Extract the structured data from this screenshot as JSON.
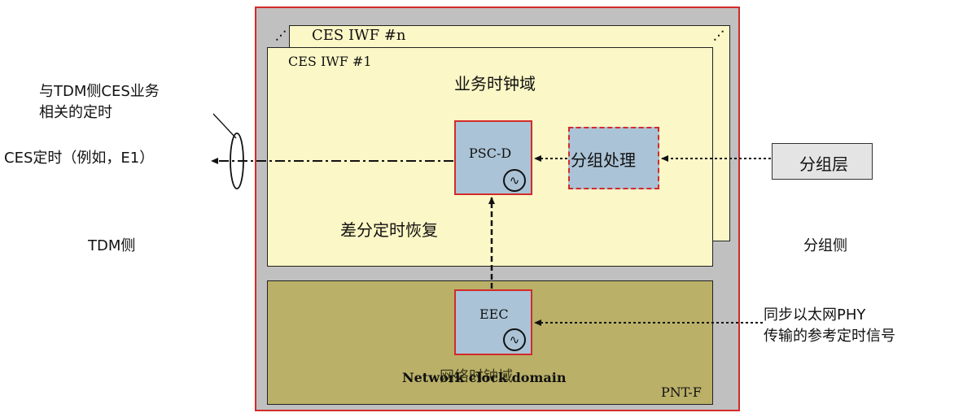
{
  "left_note": {
    "line1": "与TDM侧CES业务",
    "line2": "相关的定时"
  },
  "ces_timing_label": "CES定时（例如，E1）",
  "tdm_side_label": "TDM侧",
  "packet_side_label": "分组侧",
  "iwf_n_label": "CES IWF #n",
  "iwf_1_label": "CES IWF #1",
  "service_clock_domain_label": "业务时钟域",
  "psc_d_label": "PSC-D",
  "packet_processing_label": "分组处理",
  "packet_layer_label": "分组层",
  "differential_recovery_label": "差分定时恢复",
  "eec_label": "EEC",
  "sync_ethernet_note": {
    "line1": "同步以太网PHY",
    "line2": "传输的参考定时信号"
  },
  "network_clock_domain_en": "Network clock domain",
  "network_clock_domain_cn": "网络时钟域",
  "pnt_f_label": "PNT-F",
  "oscillator_symbol": "∿",
  "stack_dots_symbol": "⋰",
  "colors": {
    "frame_border": "#d22b2b",
    "frame_fill": "#c0c0c0",
    "iwf_fill": "#fbf7c6",
    "network_fill": "#bab068",
    "block_fill": "#aac3d6",
    "packet_layer_fill": "#e4e4e4"
  }
}
